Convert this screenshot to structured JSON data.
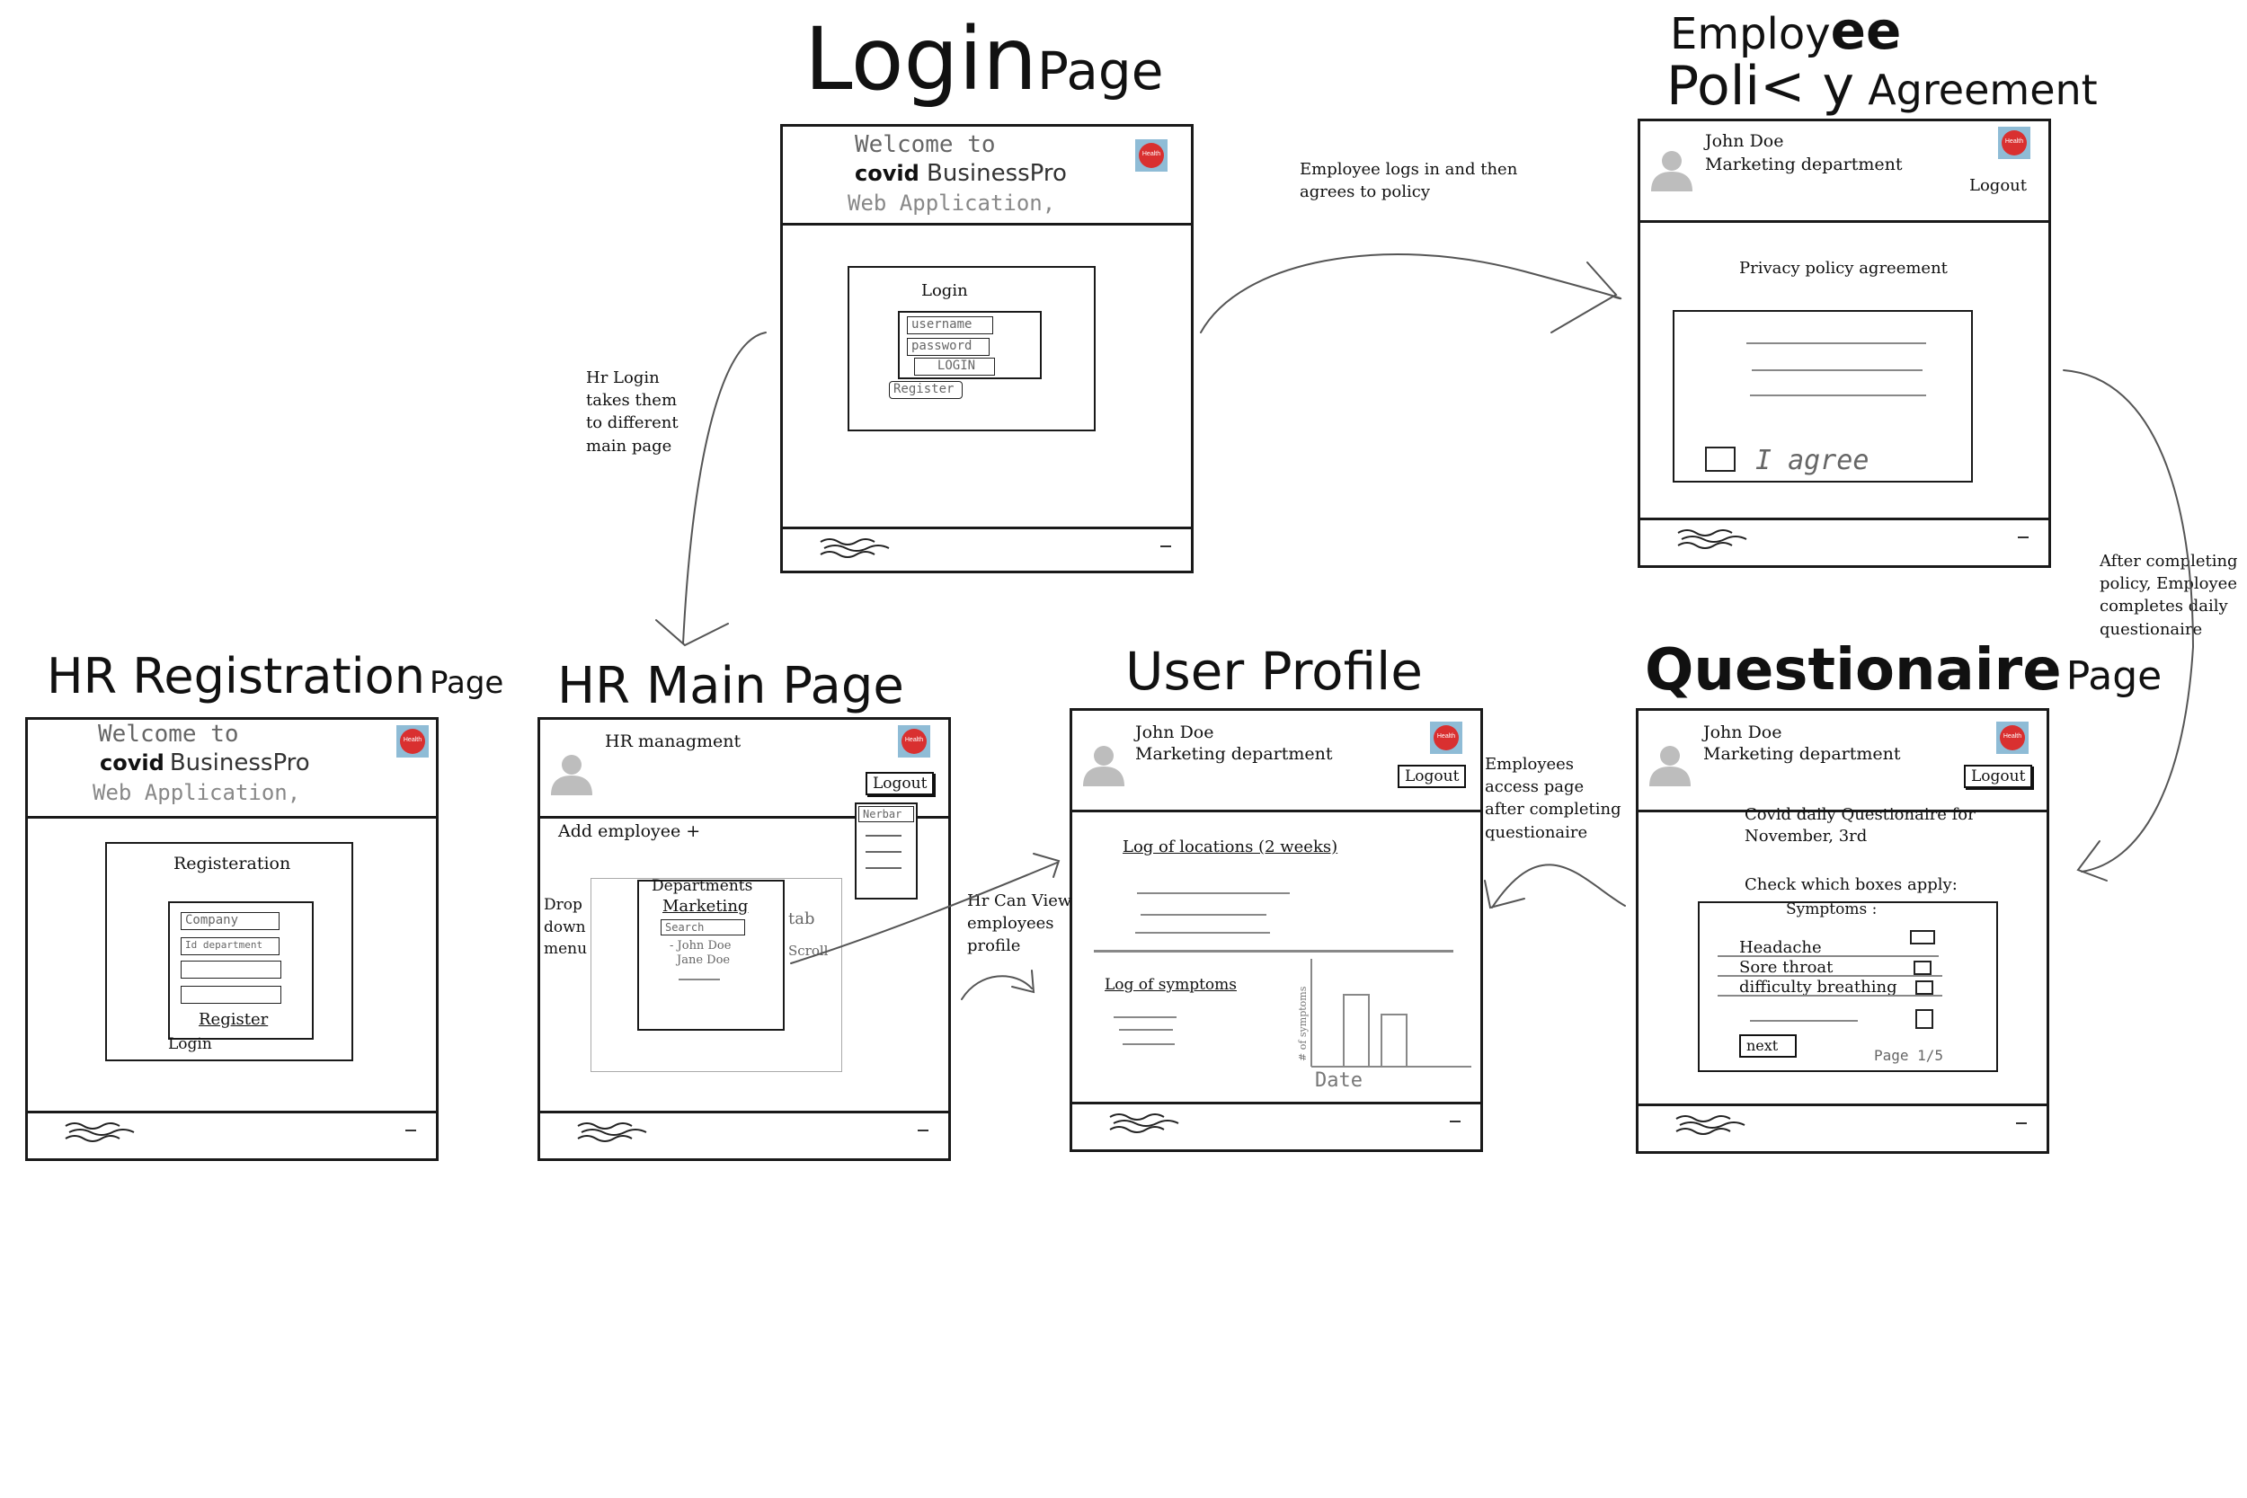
{
  "pages": {
    "login": {
      "title": "Login",
      "title_suffix": "Page",
      "welcome_line1": "Welcome to",
      "welcome_line2_bold": "covid",
      "welcome_line2_rest": "BusinessPro",
      "welcome_line3": "Web Application,",
      "form_title": "Login",
      "username_placeholder": "username",
      "password_placeholder": "password",
      "login_button": "LOGIN",
      "register_button": "Register"
    },
    "policy": {
      "title_line1a": "Employ",
      "title_line1b": "ee",
      "title_line2a": "Poli< y",
      "title_line2b": "Agreement",
      "user_name": "John Doe",
      "department": "Marketing department",
      "logout": "Logout",
      "heading": "Privacy policy agreement",
      "agree_label": "I agree"
    },
    "hr_registration": {
      "title": "HR Registration",
      "title_suffix": "Page",
      "welcome_line1": "Welcome to",
      "welcome_line2_bold": "covid",
      "welcome_line2_rest": "BusinessPro",
      "welcome_line3": "Web Application,",
      "form_title": "Registeration",
      "company_placeholder": "Company",
      "id_placeholder": "Id department",
      "register_button": "Register",
      "login_link": "Login"
    },
    "hr_main": {
      "title": "HR Main Page",
      "header_label": "HR managment",
      "logout": "Logout",
      "dropdown_label": "Nerbar",
      "add_employee": "Add employee +",
      "departments_label": "Departments",
      "department_selected": "Marketing",
      "search_placeholder": "Search",
      "employee_1": "- John Doe",
      "employee_2": "Jane Doe",
      "annot_dropdown": "Drop down menu",
      "annot_tab": "tab",
      "annot_scroll": "Scroll"
    },
    "user_profile": {
      "title": "User Profile",
      "user_name": "John Doe",
      "department": "Marketing department",
      "logout": "Logout",
      "locations_label": "Log of locations (2 weeks)",
      "symptoms_label": "Log of symptoms",
      "chart_ylabel": "# of symptoms",
      "chart_xlabel": "Date"
    },
    "questionnaire": {
      "title": "Questionaire",
      "title_suffix": "Page",
      "user_name": "John Doe",
      "department": "Marketing department",
      "logout": "Logout",
      "intro_line1": "Covid daily Questionaire for",
      "intro_line2": "November, 3rd",
      "instruction": "Check which boxes apply:",
      "symptoms_heading": "Symptoms :",
      "symptom_1": "Headache",
      "symptom_2": "Sore throat",
      "symptom_3": "difficulty breathing",
      "next_button": "next",
      "page_indicator": "Page 1/5"
    }
  },
  "logo_text": "Health",
  "annotations": {
    "login_to_policy": [
      "Employee logs in and then",
      "agrees to policy"
    ],
    "hr_login": [
      "Hr Login",
      "takes them",
      "to different",
      "main page"
    ],
    "policy_to_questionnaire": [
      "After completing",
      "policy, Employee",
      "completes daily",
      "questionaire"
    ],
    "hr_view": [
      "Hr Can View",
      "employees",
      "profile"
    ],
    "questionnaire_to_profile": [
      "Employees",
      "access page",
      "after completing",
      "questionaire"
    ]
  },
  "colors": {
    "logo_bg": "#8fbcd6",
    "logo_apple": "#d93030",
    "ink": "#111111",
    "pencil_grey": "#888888"
  }
}
